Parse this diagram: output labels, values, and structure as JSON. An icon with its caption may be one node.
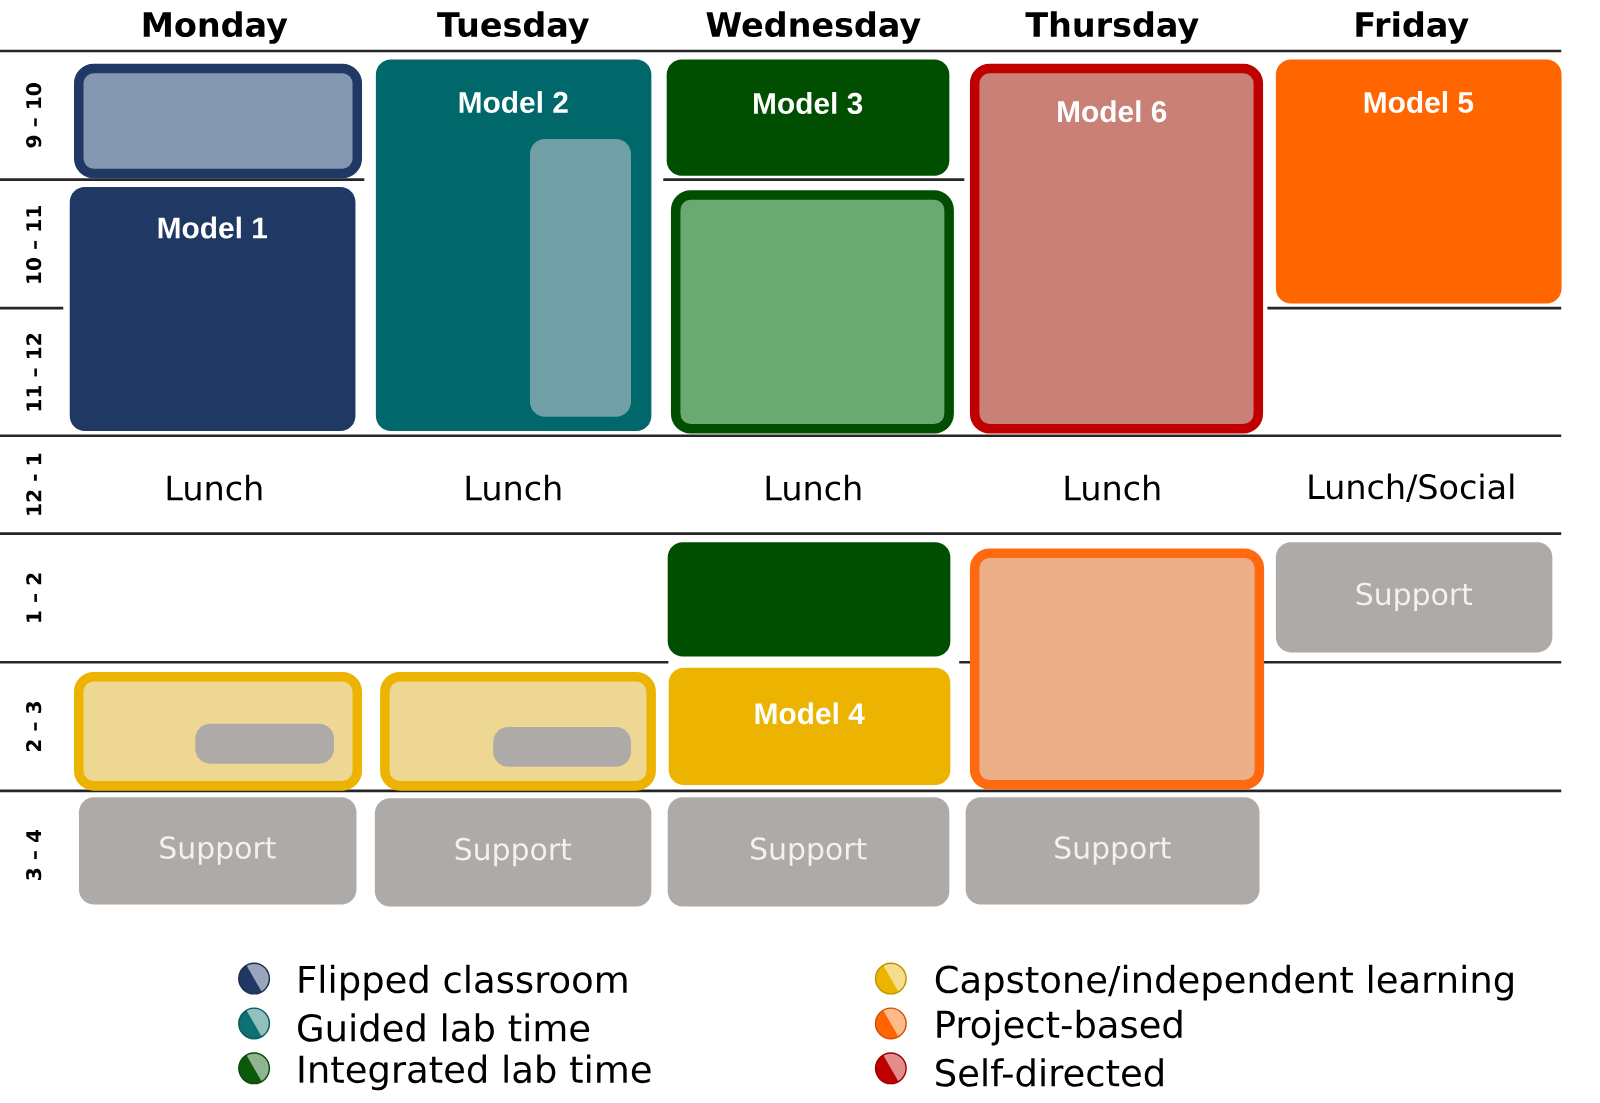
{
  "diagram": {
    "nodes": [
      {
        "text": [],
        "shape": "box"
      },
      {
        "text": [
          "Model 1"
        ]
      },
      {
        "text": [
          "Model 2"
        ]
      },
      {
        "text": [],
        "shape": "box",
        "in": 2
      },
      {
        "text": [
          "Model 3"
        ]
      },
      {
        "text": [],
        "shape": "box"
      },
      {
        "text": [
          "Model 6"
        ]
      },
      {
        "text": [
          "Model 5"
        ]
      },
      {
        "text": [],
        "shape": "box"
      },
      {
        "text": [],
        "shape": "box"
      },
      {
        "text": [
          "Support"
        ]
      },
      {
        "text": [],
        "shape": "box"
      },
      {
        "text": [],
        "shape": "box",
        "in": 11
      },
      {
        "text": [],
        "shape": "box"
      },
      {
        "text": [],
        "shape": "box",
        "in": 13
      },
      {
        "text": [
          "Model 4"
        ]
      },
      {
        "text": [
          "Support"
        ]
      },
      {
        "text": [
          "Support"
        ]
      },
      {
        "text": [
          "Support"
        ]
      },
      {
        "text": [
          "Support"
        ]
      }
    ],
    "labels": [
      "Monday",
      "Tuesday",
      "Wednesday",
      "Thursday",
      "Friday",
      "9 – 10",
      "10 – 11",
      "11 – 12",
      "12 - 1",
      "Lunch",
      "Lunch",
      "Lunch",
      "Lunch",
      "Lunch/Social",
      "1 – 2",
      "2 – 3",
      "3 – 4"
    ],
    "legend": [
      {
        "text": "Flipped classroom",
        "color": "#1f3864"
      },
      {
        "text": "Guided lab time",
        "color": "#0e7071"
      },
      {
        "text": "Integrated lab time",
        "color": "#0b5a0b"
      },
      {
        "text": "Capstone/independent learning",
        "color": "#ecb400"
      },
      {
        "text": "Project-based",
        "color": "#ff6600"
      },
      {
        "text": "Self-directed",
        "color": "#c00000"
      }
    ]
  }
}
